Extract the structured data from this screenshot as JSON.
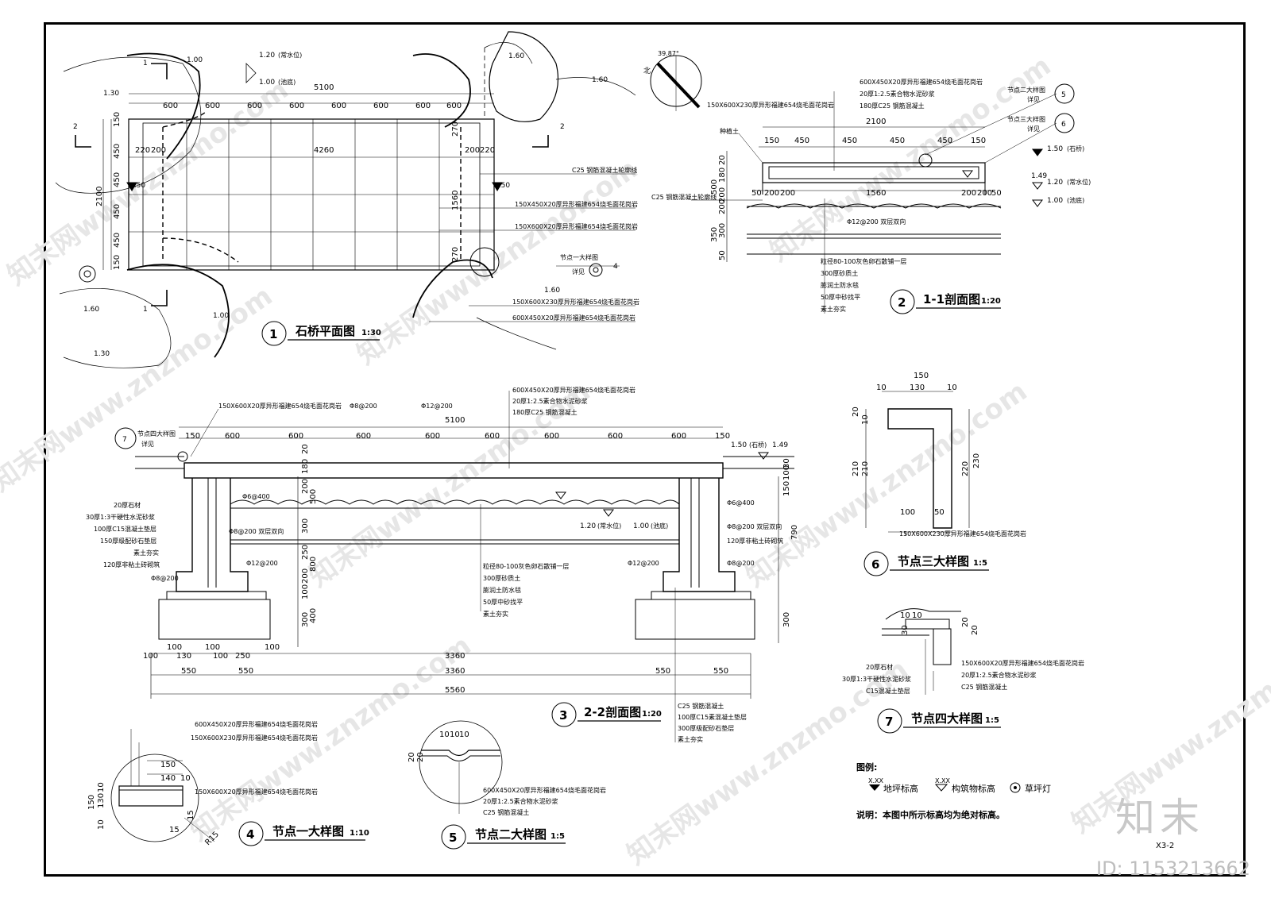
{
  "drawings": {
    "plan": {
      "num": "1",
      "title": "石桥平面图",
      "scale": "1:30",
      "dims_top": [
        "600",
        "600",
        "600",
        "600",
        "600",
        "600",
        "600",
        "600"
      ],
      "total_width": "5100",
      "inner_width": "4260",
      "height": "2100",
      "side_dims": [
        "150",
        "450",
        "450",
        "450",
        "450",
        "150"
      ],
      "right_dims": [
        "270",
        "1560",
        "270"
      ],
      "small_dims": [
        "220",
        "200",
        "200",
        "220"
      ],
      "levels": {
        "normal": "1.20",
        "normal_label": "(常水位)",
        "bottom": "1.00",
        "bottom_label": "(池底)",
        "deck": "1.50"
      },
      "contours": [
        "1.00",
        "1.30",
        "1.60",
        "1.60",
        "1.60",
        "1.00",
        "1.60",
        "1.30"
      ],
      "notes": [
        "C25 钢筋混凝土轮廓线",
        "150X450X20厚异形福建654烧毛面花岗岩",
        "150X600X20厚异形福建654烧毛面花岗岩",
        "150X600X230厚异形福建654烧毛面花岗岩",
        "600X450X20厚异形福建654烧毛面花岗岩"
      ],
      "callout": {
        "num": "4",
        "text": "节点一大样图",
        "sub": "详见"
      },
      "section_marks": [
        "1",
        "1",
        "2",
        "2"
      ],
      "north": {
        "angle": "39.87°",
        "label": "北"
      }
    },
    "section11": {
      "num": "2",
      "title": "1-1剖面图",
      "scale": "1:20",
      "top_notes": [
        "600X450X20厚异形福建654烧毛面花岗岩",
        "20厚1:2.5素合物水泥砂浆",
        "180厚C25 钢筋混凝土"
      ],
      "left_note": "150X600X230厚异形福建654烧毛面花岗岩",
      "soil": "种植土",
      "rc_note": "C25 钢筋混凝土轮廓线",
      "width": "2100",
      "dims": [
        "150",
        "450",
        "450",
        "450",
        "450",
        "150"
      ],
      "bottom_dims": [
        "50",
        "200",
        "200",
        "1560",
        "200",
        "200",
        "50"
      ],
      "v_dims": [
        "20",
        "180",
        "200",
        "500",
        "200",
        "350",
        "300",
        "50"
      ],
      "rebar": "Φ12@200 双层双向",
      "layers": [
        "粒径80-100灰色卵石散铺一层",
        "300厚砂质土",
        "膨润土防水毯",
        "50厚中砂找平",
        "素土夯实"
      ],
      "levels": [
        "1.50",
        "1.49",
        "1.20",
        "1.00"
      ],
      "level_labels": [
        "(石桥)",
        "",
        "(常水位)",
        "(池底)"
      ],
      "callouts": [
        {
          "num": "5",
          "text": "节点二大样图",
          "sub": "详见"
        },
        {
          "num": "6",
          "text": "节点三大样图",
          "sub": "详见"
        }
      ]
    },
    "section22": {
      "num": "3",
      "title": "2-2剖面图",
      "scale": "1:20",
      "top_notes": [
        "600X450X20厚异形福建654烧毛面花岗岩",
        "20厚1:2.5素合物水泥砂浆",
        "180厚C25 钢筋混凝土"
      ],
      "left_top_note": "150X600X20厚异形福建654烧毛面花岗岩",
      "rebar_top": [
        "Φ8@200",
        "Φ12@200"
      ],
      "width": "5100",
      "dims": [
        "150",
        "600",
        "600",
        "600",
        "600",
        "600",
        "600",
        "600",
        "600",
        "150"
      ],
      "left_layers": [
        "20厚石材",
        "30厚1:3干硬性水泥砂浆",
        "100厚C15混凝土垫层",
        "150厚级配砂石垫层",
        "素土夯实",
        "120厚非粘土砖砌筑"
      ],
      "left_rebar": [
        "Φ8@200 双层双向",
        "Φ12@200",
        "Φ8@200"
      ],
      "right_rebar": [
        "Φ6@400",
        "Φ8@200 双层双向",
        "120厚非粘土砖砌筑",
        "Φ12@200",
        "Φ8@200"
      ],
      "left_phi": "Φ6@400",
      "center_layers": [
        "粒径80-100灰色卵石散铺一层",
        "300厚砂质土",
        "膨润土防水毯",
        "50厚中砂找平",
        "素土夯实"
      ],
      "levels": [
        "1.50",
        "1.49",
        "1.20",
        "1.00"
      ],
      "level_labels": [
        "(石桥)",
        "",
        "(常水位)",
        "(池底)"
      ],
      "bottom_notes": [
        "C25 钢筋混凝土",
        "100厚C15素混凝土垫层",
        "300厚级配砂石垫层",
        "素土夯实"
      ],
      "bottom_dims_a": [
        "100",
        "100",
        "130",
        "100",
        "100",
        "250",
        "100"
      ],
      "bottom_dims_b": [
        "550",
        "550",
        "3360",
        "550",
        "550"
      ],
      "bottom_mid": "3360",
      "total": "5560",
      "v_left": [
        "20",
        "180",
        "200",
        "500",
        "300",
        "250",
        "200",
        "100",
        "400",
        "300",
        "800"
      ],
      "v_right": [
        "30",
        "100",
        "150",
        "790",
        "300"
      ],
      "callout": {
        "num": "7",
        "text": "节点四大样图",
        "sub": "详见"
      }
    },
    "detail1": {
      "num": "4",
      "title": "节点一大样图",
      "scale": "1:10",
      "notes": [
        "600X450X20厚异形福建654烧毛面花岗岩",
        "150X600X230厚异形福建654烧毛面花岗岩",
        "150X600X20厚异形福建654烧毛面花岗岩"
      ],
      "dims": [
        "150",
        "140",
        "10",
        "10",
        "130",
        "150",
        "10",
        "15",
        "15",
        "R15"
      ]
    },
    "detail2": {
      "num": "5",
      "title": "节点二大样图",
      "scale": "1:5",
      "notes": [
        "600X450X20厚异形福建654烧毛面花岗岩",
        "20厚1:2.5素合物水泥砂浆",
        "C25 钢筋混凝土"
      ],
      "dims": [
        "10",
        "10",
        "10",
        "20",
        "20"
      ]
    },
    "detail3": {
      "num": "6",
      "title": "节点三大样图",
      "scale": "1:5",
      "note": "150X600X230厚异形福建654烧毛面花岗岩",
      "dims": [
        "150",
        "10",
        "130",
        "10",
        "20",
        "10",
        "210",
        "210",
        "220",
        "230",
        "100",
        "50"
      ]
    },
    "detail4": {
      "num": "7",
      "title": "节点四大样图",
      "scale": "1:5",
      "left_notes": [
        "20厚石材",
        "30厚1:3干硬性水泥砂浆",
        "C15混凝土垫层"
      ],
      "right_notes": [
        "150X600X20厚异形福建654烧毛面花岗岩",
        "20厚1:2.5素合物水泥砂浆",
        "C25 钢筋混凝土"
      ],
      "dims": [
        "10",
        "10",
        "30",
        "20",
        "20"
      ]
    }
  },
  "legend": {
    "title": "图例:",
    "items": [
      {
        "sym": "X.XX",
        "label": "地坪标高"
      },
      {
        "sym": "X.XX",
        "label": "构筑物标高"
      },
      {
        "sym": "",
        "label": "草坪灯"
      }
    ],
    "note": "说明：本图中所示标高均为绝对标高。"
  },
  "watermark": "知末网www.znzmo.com",
  "brand": "知末",
  "sheet": "X3-2",
  "id": "ID: 1153213662"
}
